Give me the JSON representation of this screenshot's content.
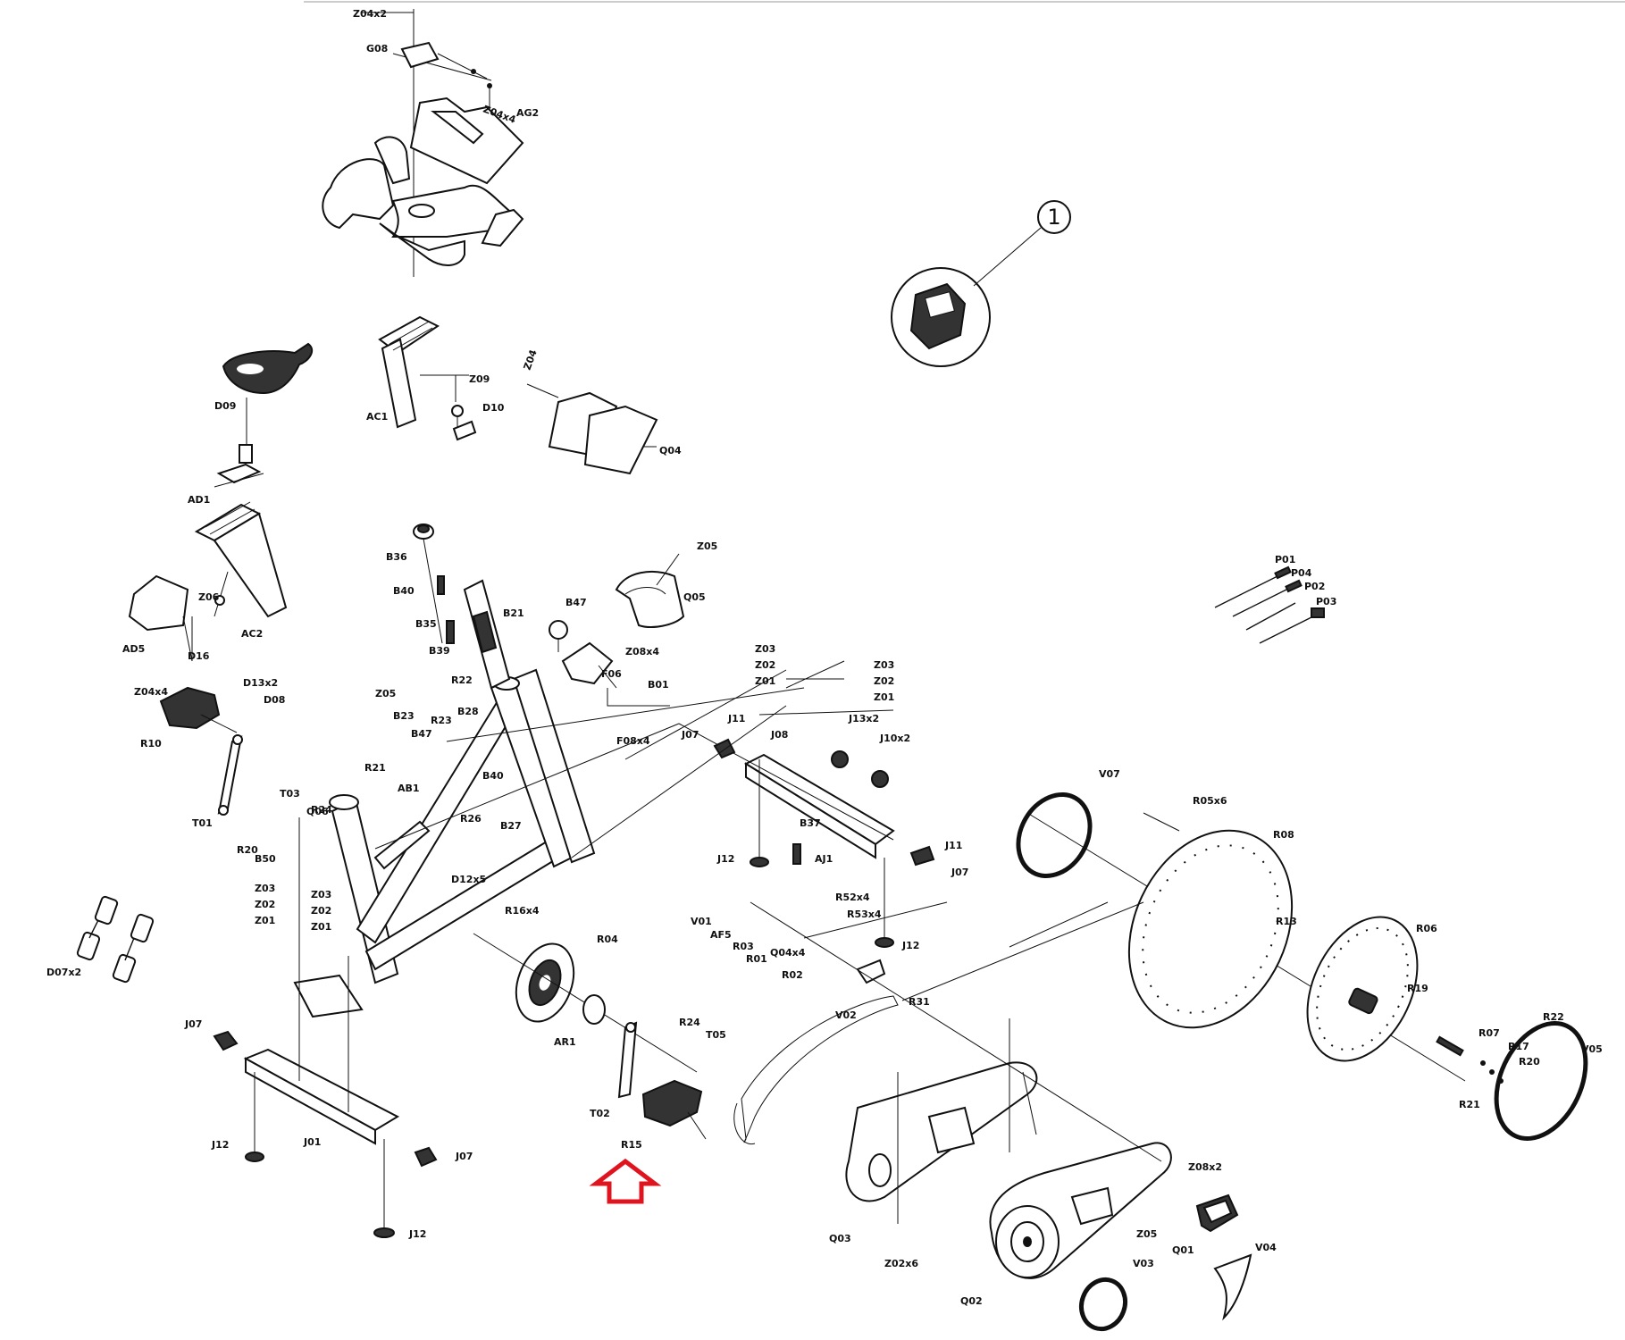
{
  "diagram": {
    "callout_number": "1",
    "highlight_color": "#e0141e",
    "highlight_icon": "up-arrow-icon",
    "labels": [
      {
        "id": "z04x2_top",
        "text": "Z04x2"
      },
      {
        "id": "g08",
        "text": "G08"
      },
      {
        "id": "z04x4_top",
        "text": "Z04x4"
      },
      {
        "id": "ag2",
        "text": "AG2"
      },
      {
        "id": "d09",
        "text": "D09"
      },
      {
        "id": "ad1",
        "text": "AD1"
      },
      {
        "id": "z06",
        "text": "Z06"
      },
      {
        "id": "ad5",
        "text": "AD5"
      },
      {
        "id": "d16",
        "text": "D16"
      },
      {
        "id": "ac2",
        "text": "AC2"
      },
      {
        "id": "d13x2",
        "text": "D13x2"
      },
      {
        "id": "d08",
        "text": "D08"
      },
      {
        "id": "z04x4_left",
        "text": "Z04x4"
      },
      {
        "id": "r10",
        "text": "R10"
      },
      {
        "id": "t01",
        "text": "T01"
      },
      {
        "id": "ac1",
        "text": "AC1"
      },
      {
        "id": "z09",
        "text": "Z09"
      },
      {
        "id": "d10",
        "text": "D10"
      },
      {
        "id": "z04",
        "text": "Z04"
      },
      {
        "id": "q04",
        "text": "Q04"
      },
      {
        "id": "b36",
        "text": "B36"
      },
      {
        "id": "b40",
        "text": "B40"
      },
      {
        "id": "b35",
        "text": "B35"
      },
      {
        "id": "b39",
        "text": "B39"
      },
      {
        "id": "b21",
        "text": "B21"
      },
      {
        "id": "b47",
        "text": "B47"
      },
      {
        "id": "z05",
        "text": "Z05"
      },
      {
        "id": "q05",
        "text": "Q05"
      },
      {
        "id": "z08x4",
        "text": "Z08x4"
      },
      {
        "id": "f06",
        "text": "F06"
      },
      {
        "id": "b01",
        "text": "B01"
      },
      {
        "id": "f08x4",
        "text": "F08x4"
      },
      {
        "id": "z05b",
        "text": "Z05"
      },
      {
        "id": "r22",
        "text": "R22"
      },
      {
        "id": "b23",
        "text": "B23"
      },
      {
        "id": "r23",
        "text": "R23"
      },
      {
        "id": "b28",
        "text": "B28"
      },
      {
        "id": "b47b",
        "text": "B47"
      },
      {
        "id": "r21",
        "text": "R21"
      },
      {
        "id": "q06",
        "text": "Q06"
      },
      {
        "id": "t03",
        "text": "T03"
      },
      {
        "id": "r24",
        "text": "R24"
      },
      {
        "id": "r20",
        "text": "R20"
      },
      {
        "id": "b50",
        "text": "B50"
      },
      {
        "id": "ab1",
        "text": "AB1"
      },
      {
        "id": "b40b",
        "text": "B40"
      },
      {
        "id": "r26",
        "text": "R26"
      },
      {
        "id": "b27",
        "text": "B27"
      },
      {
        "id": "d12x5",
        "text": "D12x5"
      },
      {
        "id": "z03_l",
        "text": "Z03"
      },
      {
        "id": "z02_l",
        "text": "Z02"
      },
      {
        "id": "z01_l",
        "text": "Z01"
      },
      {
        "id": "z03_m",
        "text": "Z03"
      },
      {
        "id": "z02_m",
        "text": "Z02"
      },
      {
        "id": "z01_m",
        "text": "Z01"
      },
      {
        "id": "d07x2",
        "text": "D07x2"
      },
      {
        "id": "r16x4",
        "text": "R16x4"
      },
      {
        "id": "r04",
        "text": "R04"
      },
      {
        "id": "ar1",
        "text": "AR1"
      },
      {
        "id": "t02",
        "text": "T02"
      },
      {
        "id": "r24b",
        "text": "R24"
      },
      {
        "id": "t05",
        "text": "T05"
      },
      {
        "id": "r15",
        "text": "R15"
      },
      {
        "id": "j07_l",
        "text": "J07"
      },
      {
        "id": "j12_l",
        "text": "J12"
      },
      {
        "id": "j01",
        "text": "J01"
      },
      {
        "id": "j07_lb",
        "text": "J07"
      },
      {
        "id": "j12_lb",
        "text": "J12"
      },
      {
        "id": "z03_c",
        "text": "Z03"
      },
      {
        "id": "z02_c",
        "text": "Z02"
      },
      {
        "id": "z01_c",
        "text": "Z01"
      },
      {
        "id": "z03_r",
        "text": "Z03"
      },
      {
        "id": "z02_r",
        "text": "Z02"
      },
      {
        "id": "z01_r",
        "text": "Z01"
      },
      {
        "id": "j11",
        "text": "J11"
      },
      {
        "id": "j08",
        "text": "J08"
      },
      {
        "id": "j07_c",
        "text": "J07"
      },
      {
        "id": "j13x2",
        "text": "J13x2"
      },
      {
        "id": "j10x2",
        "text": "J10x2"
      },
      {
        "id": "b37",
        "text": "B37"
      },
      {
        "id": "j12_c",
        "text": "J12"
      },
      {
        "id": "aj1",
        "text": "AJ1"
      },
      {
        "id": "j11b",
        "text": "J11"
      },
      {
        "id": "j07_cr",
        "text": "J07"
      },
      {
        "id": "v01",
        "text": "V01"
      },
      {
        "id": "af5",
        "text": "AF5"
      },
      {
        "id": "r03",
        "text": "R03"
      },
      {
        "id": "r01",
        "text": "R01"
      },
      {
        "id": "q04x4",
        "text": "Q04x4"
      },
      {
        "id": "r52x4",
        "text": "R52x4"
      },
      {
        "id": "r53x4",
        "text": "R53x4"
      },
      {
        "id": "r02",
        "text": "R02"
      },
      {
        "id": "j12_cr",
        "text": "J12"
      },
      {
        "id": "v02",
        "text": "V02"
      },
      {
        "id": "r31",
        "text": "R31"
      },
      {
        "id": "q03",
        "text": "Q03"
      },
      {
        "id": "z02x6",
        "text": "Z02x6"
      },
      {
        "id": "z08x2",
        "text": "Z08x2"
      },
      {
        "id": "z05c",
        "text": "Z05"
      },
      {
        "id": "q01",
        "text": "Q01"
      },
      {
        "id": "q02",
        "text": "Q02"
      },
      {
        "id": "v03",
        "text": "V03"
      },
      {
        "id": "v04",
        "text": "V04"
      },
      {
        "id": "v07",
        "text": "V07"
      },
      {
        "id": "r05x6",
        "text": "R05x6"
      },
      {
        "id": "r08",
        "text": "R08"
      },
      {
        "id": "r13",
        "text": "R13"
      },
      {
        "id": "r06",
        "text": "R06"
      },
      {
        "id": "r19",
        "text": "R19"
      },
      {
        "id": "r07",
        "text": "R07"
      },
      {
        "id": "r22b",
        "text": "R22"
      },
      {
        "id": "r17",
        "text": "R17"
      },
      {
        "id": "r20b",
        "text": "R20"
      },
      {
        "id": "r21b",
        "text": "R21"
      },
      {
        "id": "v05",
        "text": "V05"
      },
      {
        "id": "p01",
        "text": "P01"
      },
      {
        "id": "p04",
        "text": "P04"
      },
      {
        "id": "p02",
        "text": "P02"
      },
      {
        "id": "p03",
        "text": "P03"
      }
    ]
  }
}
